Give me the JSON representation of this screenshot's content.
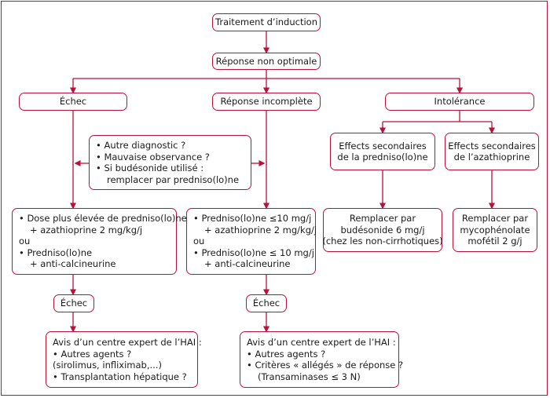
{
  "nodes": {
    "induction": "Traitement d’induction",
    "non_optimal": "Réponse non optimale",
    "echec": "Échec",
    "incomplete": "Réponse incomplète",
    "intolerance": "Intolérance",
    "checks": [
      "Autre diagnostic ?",
      "Mauvaise observance ?",
      "Si budésonide utilisé :",
      "remplacer par predniso(lo)ne"
    ],
    "se_pred": [
      "Effects secondaires",
      "de la predniso(lo)ne"
    ],
    "se_aza": [
      "Effects secondaires",
      "de l’azathioprine"
    ],
    "echec_treat": [
      "Dose plus élevée de predniso(lo)ne",
      "+ azathioprine 2 mg/kg/j",
      "ou",
      "Predniso(lo)ne",
      "+ anti-calcineurine"
    ],
    "incomp_treat": [
      "Predniso(lo)ne ≤10 mg/j",
      "+ azathioprine 2 mg/kg/j",
      "ou",
      "Predniso(lo)ne ≤ 10 mg/j",
      "+ anti-calcineurine"
    ],
    "budesonide": [
      "Remplacer par",
      "budésonide 6 mg/j",
      "(chez les non-cirrhotiques)"
    ],
    "mmf": [
      "Remplacer par",
      "mycophénolate",
      "mofétil 2 g/j"
    ],
    "echec2_left": "Échec",
    "echec2_right": "Échec",
    "expert_left": [
      "Avis d’un centre expert de l’HAI :",
      "Autres agents ?",
      "(sirolimus, infliximab,...)",
      "Transplantation hépatique ?"
    ],
    "expert_right": [
      "Avis d’un centre expert de l’HAI :",
      "Autres agents ?",
      "Critères « allégés » de réponse ?",
      "(Transaminases ≤ 3 N)"
    ]
  },
  "colors": {
    "border": "#b8123a",
    "arrow": "#b8123a",
    "text": "#1a1a1a"
  }
}
